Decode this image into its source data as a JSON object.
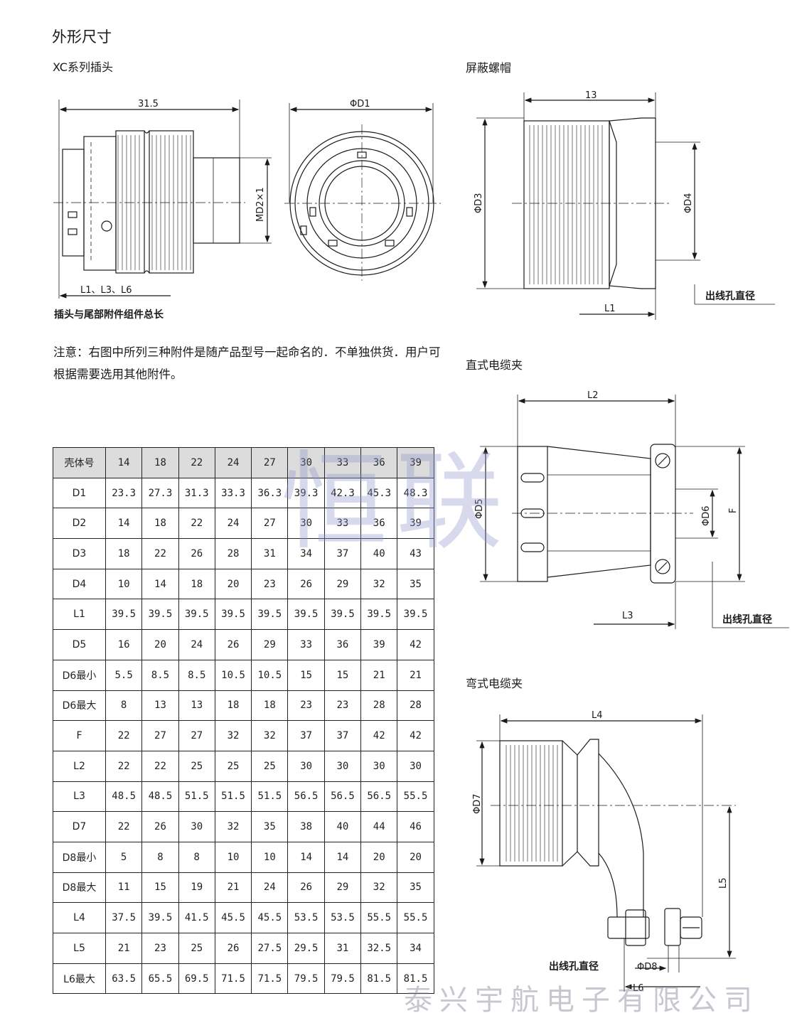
{
  "headings": {
    "main": "外形尺寸",
    "plug": "XC系列插头",
    "nut": "屏蔽螺帽",
    "straight_clamp": "直式电缆夹",
    "bent_clamp": "弯式电缆夹"
  },
  "plug_drawing": {
    "dim_width": "31.5",
    "dim_thread": "MD2×1",
    "dim_length": "L1、L3、L6",
    "caption": "插头与尾部附件组件总长",
    "dim_front_diameter": "ΦD1"
  },
  "nut_drawing": {
    "dim_width": "13",
    "dim_d3": "ΦD3",
    "dim_d4": "ΦD4",
    "dim_l1": "L1",
    "cable_hole": "出线孔直径"
  },
  "straight_drawing": {
    "dim_l2": "L2",
    "dim_d5": "ΦD5",
    "dim_d6": "ΦD6",
    "dim_f": "F",
    "dim_l3": "L3",
    "cable_hole": "出线孔直径"
  },
  "bent_drawing": {
    "dim_l4": "L4",
    "dim_d7": "ΦD7",
    "dim_l5": "L5",
    "dim_d8": "ΦD8",
    "dim_l6": "L6",
    "cable_hole": "出线孔直径"
  },
  "note": "注意：右图中所列三种附件是随产品型号一起命名的．不单独供货．用户可根据需要选用其他附件。",
  "table": {
    "header": [
      "壳体号",
      "14",
      "18",
      "22",
      "24",
      "27",
      "30",
      "33",
      "36",
      "39"
    ],
    "rows": [
      [
        "D1",
        "23.3",
        "27.3",
        "31.3",
        "33.3",
        "36.3",
        "39.3",
        "42.3",
        "45.3",
        "48.3"
      ],
      [
        "D2",
        "14",
        "18",
        "22",
        "24",
        "27",
        "30",
        "33",
        "36",
        "39"
      ],
      [
        "D3",
        "18",
        "22",
        "26",
        "28",
        "31",
        "34",
        "37",
        "40",
        "43"
      ],
      [
        "D4",
        "10",
        "14",
        "18",
        "20",
        "23",
        "26",
        "29",
        "32",
        "35"
      ],
      [
        "L1",
        "39.5",
        "39.5",
        "39.5",
        "39.5",
        "39.5",
        "39.5",
        "39.5",
        "39.5",
        "39.5"
      ],
      [
        "D5",
        "16",
        "20",
        "24",
        "26",
        "29",
        "33",
        "36",
        "39",
        "42"
      ],
      [
        "D6最小",
        "5.5",
        "8.5",
        "8.5",
        "10.5",
        "10.5",
        "15",
        "15",
        "21",
        "21"
      ],
      [
        "D6最大",
        "8",
        "13",
        "13",
        "18",
        "18",
        "23",
        "23",
        "28",
        "28"
      ],
      [
        "F",
        "22",
        "27",
        "27",
        "32",
        "32",
        "37",
        "37",
        "42",
        "42"
      ],
      [
        "L2",
        "22",
        "22",
        "25",
        "25",
        "25",
        "30",
        "30",
        "30",
        "30"
      ],
      [
        "L3",
        "48.5",
        "48.5",
        "51.5",
        "51.5",
        "51.5",
        "56.5",
        "56.5",
        "56.5",
        "55.5"
      ],
      [
        "D7",
        "22",
        "26",
        "30",
        "32",
        "35",
        "38",
        "40",
        "44",
        "46"
      ],
      [
        "D8最小",
        "5",
        "8",
        "8",
        "10",
        "10",
        "14",
        "14",
        "20",
        "20"
      ],
      [
        "D8最大",
        "11",
        "15",
        "19",
        "21",
        "24",
        "26",
        "29",
        "32",
        "35"
      ],
      [
        "L4",
        "37.5",
        "39.5",
        "41.5",
        "45.5",
        "45.5",
        "53.5",
        "53.5",
        "55.5",
        "55.5"
      ],
      [
        "L5",
        "21",
        "23",
        "25",
        "26",
        "27.5",
        "29.5",
        "31",
        "32.5",
        "34"
      ],
      [
        "L6最大",
        "63.5",
        "65.5",
        "69.5",
        "71.5",
        "71.5",
        "79.5",
        "79.5",
        "81.5",
        "81.5"
      ]
    ]
  },
  "watermark": "恒联",
  "company": "泰兴宇航电子有限公司"
}
